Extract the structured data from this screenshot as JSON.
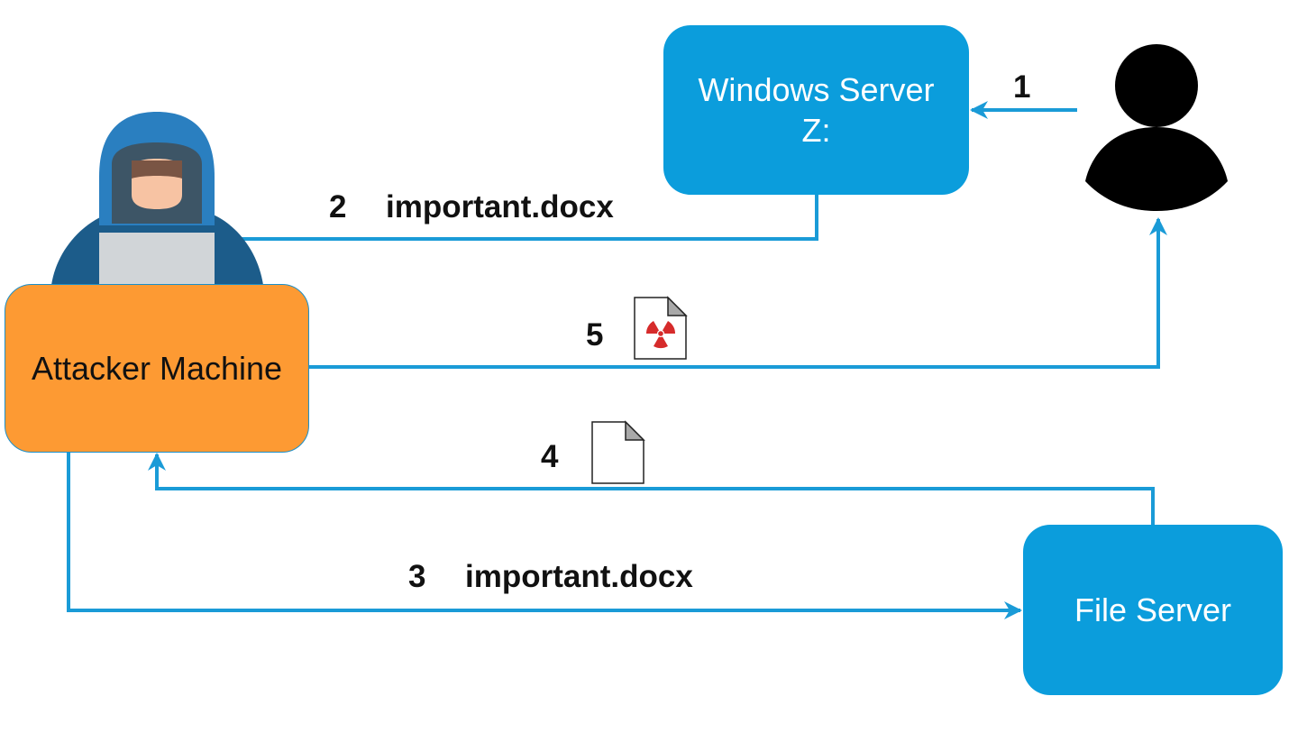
{
  "nodes": {
    "windows_server": {
      "line1": "Windows Server",
      "line2": "Z:"
    },
    "attacker_machine": {
      "label": "Attacker Machine"
    },
    "file_server": {
      "label": "File Server"
    }
  },
  "steps": {
    "step1": {
      "number": "1"
    },
    "step2": {
      "number": "2",
      "file": "important.docx"
    },
    "step3": {
      "number": "3",
      "file": "important.docx"
    },
    "step4": {
      "number": "4"
    },
    "step5": {
      "number": "5"
    }
  },
  "colors": {
    "connector": "#1a9bd7",
    "server_box": "#0b9ddc",
    "attacker_box": "#fd9a33",
    "user_icon": "#000000",
    "radiation": "#d62b2b"
  },
  "icons": {
    "hacker": "hooded-hacker-icon",
    "user": "person-icon",
    "blank_document": "document-icon",
    "malicious_document": "radioactive-document-icon"
  }
}
